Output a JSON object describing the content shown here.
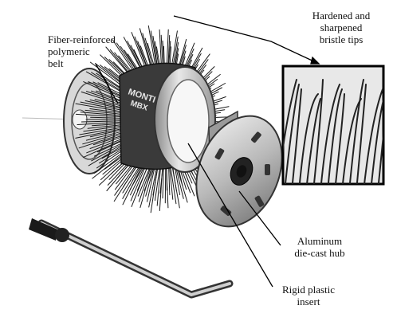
{
  "labels": {
    "belt": [
      "Fiber-reinforced",
      "polymeric",
      "belt"
    ],
    "tips": [
      "Hardened and",
      "sharpened",
      "bristle tips"
    ],
    "hub": [
      "Aluminum",
      "die-cast hub"
    ],
    "insert": [
      "Rigid plastic",
      "insert"
    ]
  },
  "brand_text": [
    "MONTI",
    "MBX"
  ],
  "icons": [
    "bristle-blaster-wheel",
    "bristle-tips-closeup",
    "hub-flange",
    "hex-wrench"
  ]
}
